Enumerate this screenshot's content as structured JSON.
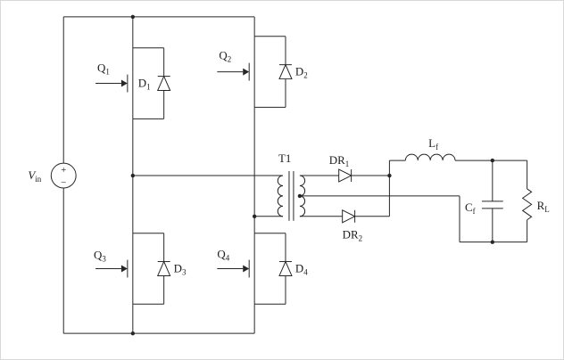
{
  "figure": {
    "background": "#ffffff",
    "line_color": "#262626",
    "kind": "full-bridge dc-dc converter schematic"
  },
  "components": {
    "vin": {
      "base": "V",
      "sub": "in",
      "plus": "+",
      "minus": "−",
      "type": "dc-voltage-source"
    },
    "q1": {
      "base": "Q",
      "sub": "1",
      "type": "mosfet-switch"
    },
    "q2": {
      "base": "Q",
      "sub": "2",
      "type": "mosfet-switch"
    },
    "q3": {
      "base": "Q",
      "sub": "3",
      "type": "mosfet-switch"
    },
    "q4": {
      "base": "Q",
      "sub": "4",
      "type": "mosfet-switch"
    },
    "d1": {
      "base": "D",
      "sub": "1",
      "type": "body-diode"
    },
    "d2": {
      "base": "D",
      "sub": "2",
      "type": "body-diode"
    },
    "d3": {
      "base": "D",
      "sub": "3",
      "type": "body-diode"
    },
    "d4": {
      "base": "D",
      "sub": "4",
      "type": "body-diode"
    },
    "t1": {
      "base": "T1",
      "sub": "",
      "type": "transformer-center-tapped"
    },
    "dr1": {
      "base": "DR",
      "sub": "1",
      "type": "rectifier-diode"
    },
    "dr2": {
      "base": "DR",
      "sub": "2",
      "type": "rectifier-diode"
    },
    "lf": {
      "base": "L",
      "sub": "f",
      "type": "filter-inductor"
    },
    "cf": {
      "base": "C",
      "sub": "f",
      "type": "filter-capacitor"
    },
    "rl": {
      "base": "R",
      "sub": "L",
      "type": "load-resistor"
    }
  }
}
